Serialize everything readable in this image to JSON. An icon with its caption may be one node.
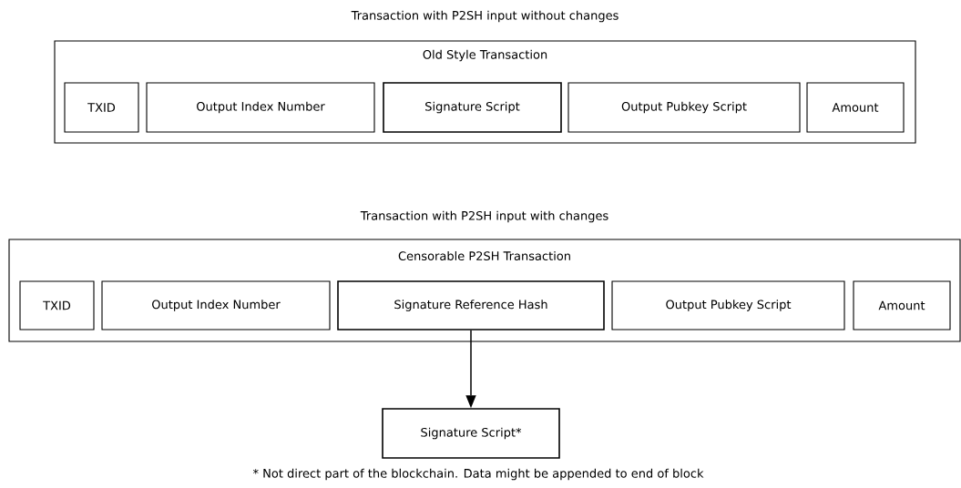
{
  "diagram": {
    "nodes": [
      {
        "text": [
          "Transaction with P2SH input without changes",
          "Old Style Transaction"
        ]
      },
      {
        "text": [
          "TXID"
        ],
        "in": 0
      },
      {
        "text": [
          "Output Index Number"
        ],
        "in": 0
      },
      {
        "text": [
          "Signature Script"
        ],
        "in": 0
      },
      {
        "text": [
          "Output Pubkey Script"
        ],
        "in": 0
      },
      {
        "text": [
          "Amount"
        ],
        "in": 0
      },
      {
        "text": [
          "Transaction with P2SH input with changes",
          "Censorable P2SH Transaction"
        ]
      },
      {
        "text": [
          "TXID"
        ],
        "in": 6
      },
      {
        "text": [
          "Output Index Number"
        ],
        "in": 6
      },
      {
        "text": [
          "Signature Reference Hash"
        ],
        "in": 6
      },
      {
        "text": [
          "Output Pubkey Script"
        ],
        "in": 6
      },
      {
        "text": [
          "Amount"
        ],
        "in": 6
      },
      {
        "text": [
          "Signature Script*"
        ],
        "beside": [
          "* Not direct part of the blockchain. Data might be appended to end of block"
        ]
      }
    ],
    "edges": [
      {
        "from": 9,
        "to": 12,
        "arrow": "to"
      }
    ]
  }
}
